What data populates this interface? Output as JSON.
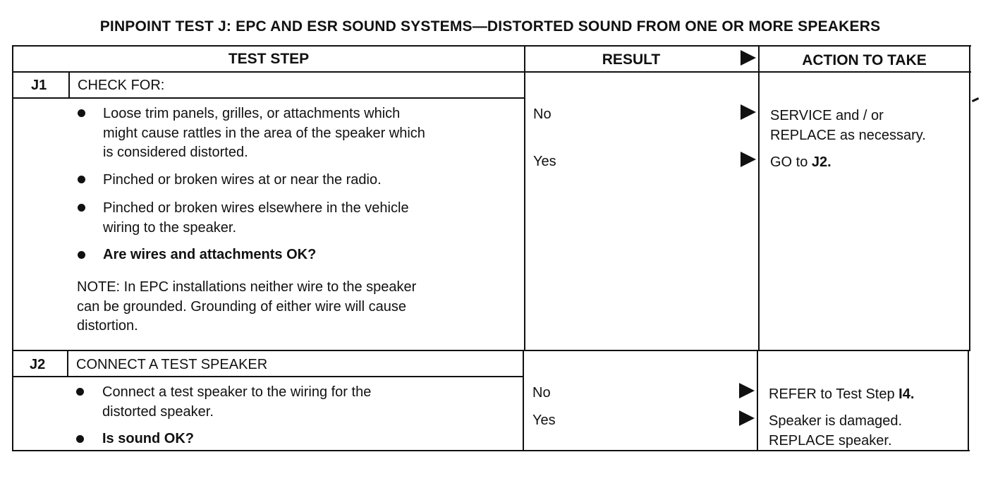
{
  "title": "PINPOINT TEST J: EPC AND ESR SOUND  SYSTEMS—DISTORTED SOUND FROM ONE OR MORE SPEAKERS",
  "headers": {
    "test_step": "TEST STEP",
    "result": "RESULT",
    "action": "ACTION TO TAKE"
  },
  "j1": {
    "id": "J1",
    "heading": "CHECK FOR:",
    "bullet1": [
      "Loose trim panels, grilles, or attachments which",
      "might cause rattles in the area of the speaker which",
      "is considered distorted."
    ],
    "bullet2": "Pinched or broken wires at or near the radio.",
    "bullet3": [
      "Pinched or broken wires elsewhere in the vehicle",
      "wiring to the speaker."
    ],
    "bullet4": "Are wires and attachments OK?",
    "note": [
      "NOTE: In EPC installations neither wire to the speaker",
      "can be grounded. Grounding of either wire will cause",
      "distortion."
    ],
    "results": {
      "no": "No",
      "yes": "Yes"
    },
    "actions": {
      "no": [
        "SERVICE and / or",
        "REPLACE as necessary."
      ],
      "yes_prefix": "GO to ",
      "yes_ref": "J2."
    }
  },
  "j2": {
    "id": "J2",
    "heading": "CONNECT A TEST SPEAKER",
    "bullet1": [
      "Connect a test speaker to the wiring for the",
      "distorted speaker."
    ],
    "bullet2": "Is sound OK?",
    "results": {
      "no": "No",
      "yes": "Yes"
    },
    "actions": {
      "no_prefix": "REFER to Test Step ",
      "no_ref": "I4.",
      "yes": [
        "Speaker is damaged.",
        "REPLACE speaker."
      ]
    }
  }
}
